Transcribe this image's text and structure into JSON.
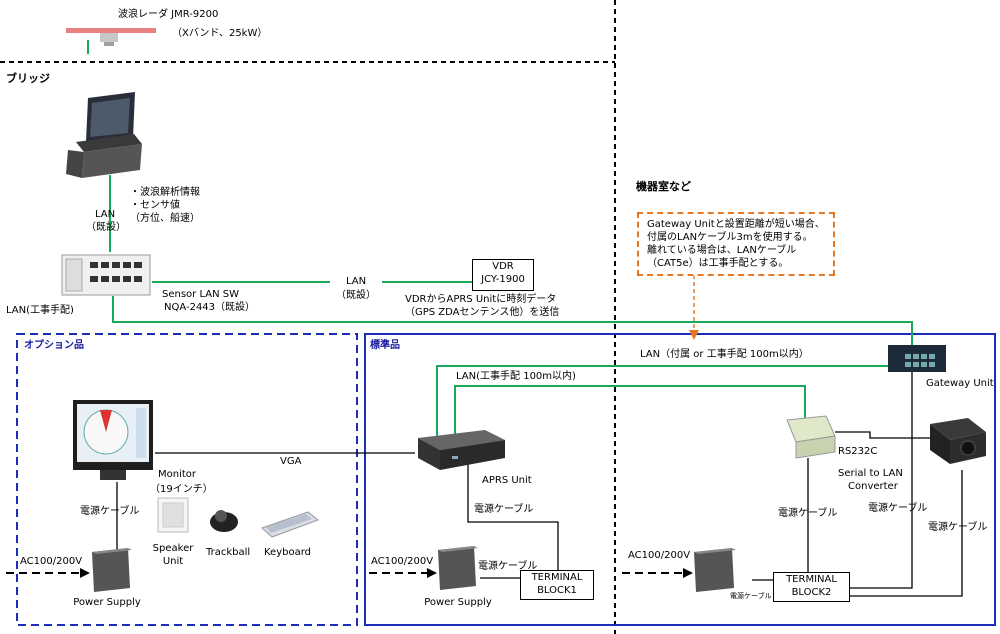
{
  "radar": {
    "title": "波浪レーダ  JMR-9200",
    "spec": "（Xバンド、25kW）"
  },
  "zones": {
    "bridge": "ブリッジ",
    "machine_room": "機器室など",
    "option": "オプション品",
    "standard": "標準品"
  },
  "links": {
    "lan_existing_a": "LAN",
    "lan_existing_b": "（既設）",
    "lan_vdr_a": "LAN",
    "lan_vdr_b": "（既設）",
    "lan_work": "LAN(工事手配)",
    "lan_gateway": "LAN（付属 or 工事手配 100m以内）",
    "lan_aprs": "LAN(工事手配 100m以内)",
    "vga": "VGA",
    "rs232c": "RS232C"
  },
  "display_info": [
    "・波浪解析情報",
    "・センサ値",
    "（方位、船速）"
  ],
  "sensor_sw": {
    "name": "Sensor LAN SW",
    "model": "NQA-2443（既設）"
  },
  "vdr": {
    "name": "VDR",
    "model": "JCY-1900",
    "note_a": "VDRからAPRS Unitに時刻データ",
    "note_b": "（GPS ZDAセンテンス他）を送信"
  },
  "gateway_note": [
    "Gateway Unitと設置距離が短い場合、",
    "付属のLANケーブル3mを使用する。",
    "離れている場合は、LANケーブル",
    "（CAT5e）は工事手配とする。"
  ],
  "devices": {
    "gateway": "Gateway Unit",
    "aprs": "APRS Unit",
    "converter_a": "Serial to LAN",
    "converter_b": "Converter",
    "monitor_a": "Monitor",
    "monitor_b": "（19インチ）",
    "speaker_a": "Speaker",
    "speaker_b": "Unit",
    "trackball": "Trackball",
    "keyboard": "Keyboard",
    "ps1": "Power Supply",
    "ps2": "Power Supply",
    "tb1_a": "TERMINAL",
    "tb1_b": "BLOCK1",
    "tb2_a": "TERMINAL",
    "tb2_b": "BLOCK2"
  },
  "power": {
    "ac1": "AC100/200V",
    "ac2": "AC100/200V",
    "ac3": "AC100/200V",
    "cable_monitor": "電源ケーブル",
    "cable_aprs": "電源ケーブル",
    "cable_ps2": "電源ケーブル",
    "cable_ps3": "電源ケーブル",
    "cable_conv": "電源ケーブル",
    "cable_gw": "電源ケーブル",
    "cable_cam": "電源ケーブル"
  }
}
